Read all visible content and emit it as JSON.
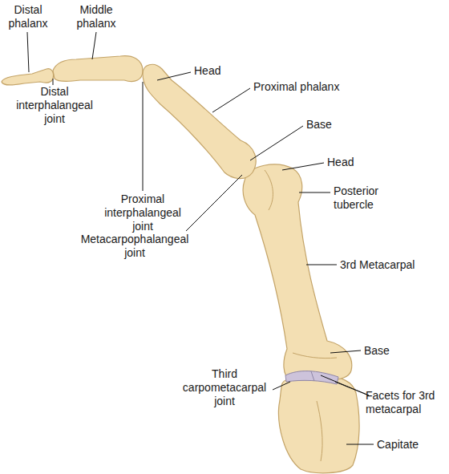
{
  "diagram": {
    "labels": [
      "Distal phalanx",
      "Middle phalanx",
      "Head",
      "Proximal phalanx",
      "Distal interphalangeal joint",
      "Base",
      "Head",
      "Proximal interphalangeal joint",
      "Posterior tubercle",
      "Metacarpophalangeal joint",
      "3rd Metacarpal",
      "Base",
      "Third carpometacarpal joint",
      "Facets for 3rd metacarpal",
      "Capitate"
    ]
  }
}
